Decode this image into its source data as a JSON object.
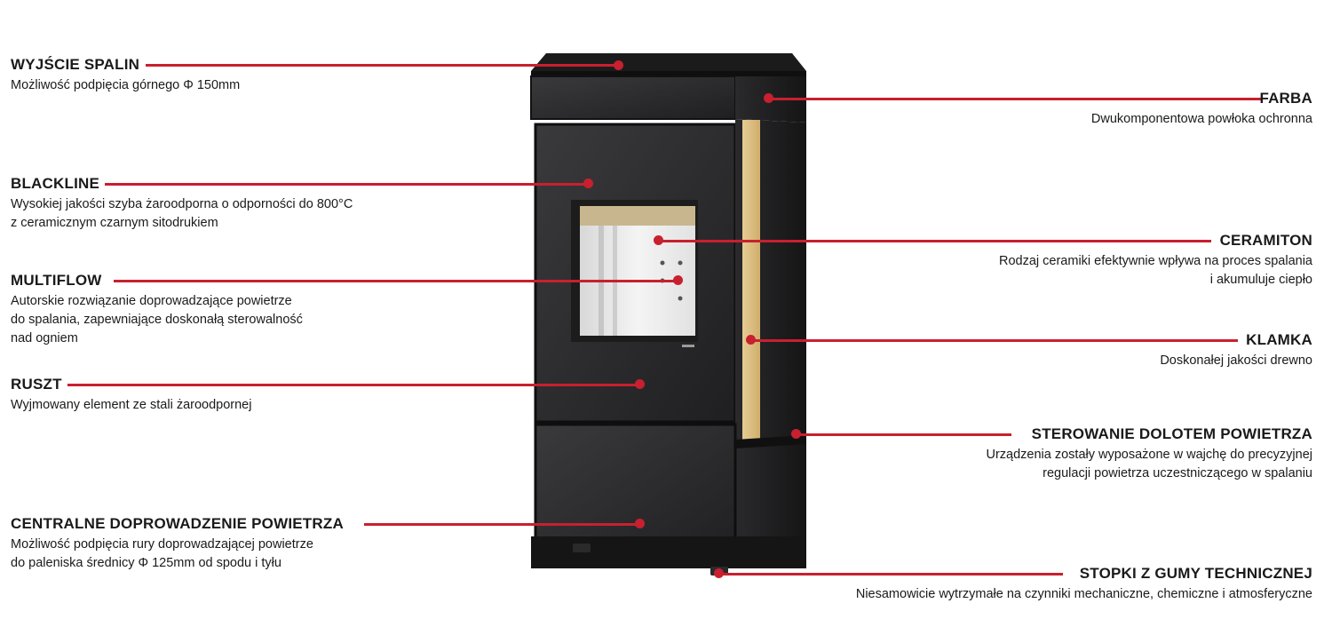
{
  "accent": "#c8202f",
  "labels": {
    "wyjscie": {
      "title": "WYJŚCIE SPALIN",
      "lines": [
        "Możliwość podpięcia górnego Φ 150mm"
      ]
    },
    "blackline": {
      "title": "BLACKLINE",
      "lines": [
        "Wysokiej jakości szyba żaroodporna o odporności do 800°C",
        "z ceramicznym czarnym sitodrukiem"
      ]
    },
    "multiflow": {
      "title": "MULTIFLOW",
      "lines": [
        "Autorskie rozwiązanie doprowadzające powietrze",
        "do spalania, zapewniające doskonałą sterowalność",
        "nad ogniem"
      ]
    },
    "ruszt": {
      "title": "RUSZT",
      "lines": [
        "Wyjmowany element ze stali żaroodpornej"
      ]
    },
    "centralne": {
      "title": "CENTRALNE DOPROWADZENIE POWIETRZA",
      "lines": [
        "Możliwość podpięcia rury doprowadzającej powietrze",
        "do paleniska średnicy Φ 125mm od spodu i tyłu"
      ]
    },
    "farba": {
      "title": "FARBA",
      "lines": [
        "Dwukomponentowa powłoka ochronna"
      ]
    },
    "ceramiton": {
      "title": "CERAMITON",
      "lines": [
        "Rodzaj ceramiki efektywnie wpływa na proces spalania",
        "i akumuluje ciepło"
      ]
    },
    "klamka": {
      "title": "KLAMKA",
      "lines": [
        "Doskonałej jakości drewno"
      ]
    },
    "sterowanie": {
      "title": "STEROWANIE DOLOTEM POWIETRZA",
      "lines": [
        "Urządzenia zostały wyposażone w wajchę do precyzyjnej",
        "regulacji powietrza uczestniczącego w spalaniu"
      ]
    },
    "stopki": {
      "title": "STOPKI Z GUMY TECHNICZNEJ",
      "lines": [
        "Niesamowicie wytrzymałe na czynniki mechaniczne, chemiczne i atmosferyczne"
      ]
    }
  }
}
